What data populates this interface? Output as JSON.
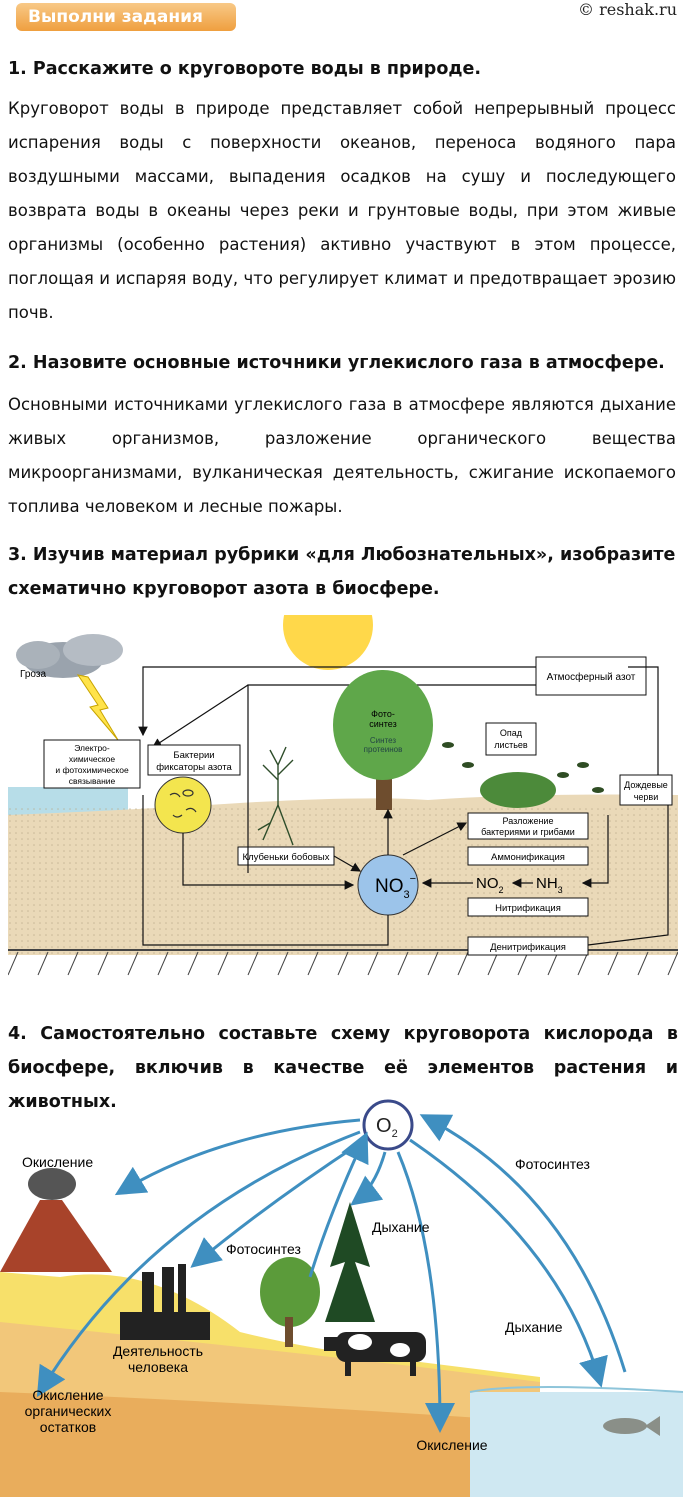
{
  "header": {
    "badge": "Выполни задания",
    "copyright": "© reshak.ru"
  },
  "q1": {
    "title": "1. Расскажите о круговороте воды в природе.",
    "answer": "Круговорот воды в природе представляет собой непрерывный процесс испарения воды с поверхности океанов, переноса водяного пара воздушными массами, выпадения осадков на сушу и последующего возврата воды в океаны через реки и грунтовые воды, при этом живые организмы (особенно растения) активно участвуют в этом процессе, поглощая и испаряя воду, что регулирует климат и предотвращает эрозию почв."
  },
  "q2": {
    "title": "2. Назовите основные источники углекислого газа в атмосфере.",
    "answer": "Основными источниками углекислого газа в атмосфере являются дыхание живых организмов, разложение органического вещества микроорганизмами, вулканическая деятельность, сжигание ископаемого топлива человеком и лесные пожары."
  },
  "q3": {
    "title": "3. Изучив материал рубрики «для Любознательных», изобразите схематично круговорот азота в биосфере.",
    "labels": {
      "storm": "Гроза",
      "atm_n": "Атмосферный азот",
      "electro": [
        "Электро-",
        "химическое",
        "и фотохимическое",
        "связывание"
      ],
      "bacteria": [
        "Бактерии",
        "фиксаторы азота"
      ],
      "photo": [
        "Фото-",
        "синтез"
      ],
      "protein": [
        "Синтез",
        "протеинов"
      ],
      "leaf": [
        "Опад",
        "листьев"
      ],
      "worms": [
        "Дождевые",
        "черви"
      ],
      "nodules": "Клубеньки бобовых",
      "decomp": [
        "Разложение",
        "бактериями и грибами"
      ],
      "ammon": "Аммонификация",
      "nitri": "Нитрификация",
      "denitri": "Денитрификация",
      "no3": "NO",
      "no3_sub": "3",
      "no3_sup": "−",
      "no2": "NO",
      "no2_sub": "2",
      "nh3": "NH",
      "nh3_sub": "3"
    }
  },
  "q4": {
    "title": "4.  Самостоятельно составьте схему круговорота кислорода в биосфере, включив в качестве её элементов растения и животных.",
    "labels": {
      "o2": "O",
      "o2_sub": "2",
      "ox_top": "Окисление",
      "photo_right": "Фотосинтез",
      "breath_center": "Дыхание",
      "photo_center": "Фотосинтез",
      "breath_right": "Дыхание",
      "human": [
        "Деятельность",
        "человека"
      ],
      "organic": [
        "Окисление",
        "органических",
        "остатков"
      ],
      "ox_bottom": "Окисление"
    }
  },
  "colors": {
    "accent": "#f0a040",
    "arrow": "#3f8fc0",
    "sand": "#f2c77a",
    "water": "#cfe8f2"
  }
}
